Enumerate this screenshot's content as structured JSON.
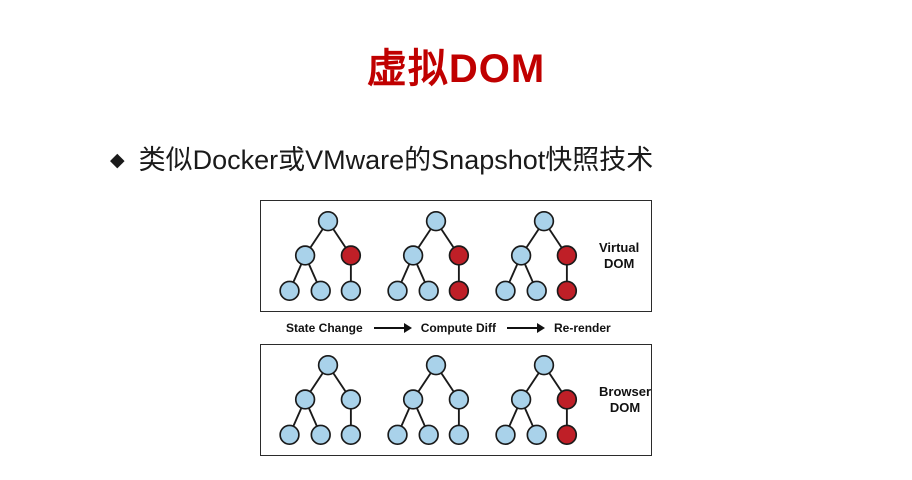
{
  "slide": {
    "title": "虚拟DOM",
    "title_color": "#c00000",
    "bullet_marker": "◆",
    "bullet_text": "类似Docker或VMware的Snapshot快照技术"
  },
  "diagram": {
    "virtual_dom_label": [
      "Virtual",
      "DOM"
    ],
    "browser_dom_label": [
      "Browser",
      "DOM"
    ],
    "steps": [
      "State Change",
      "Compute Diff",
      "Re-render"
    ],
    "colors": {
      "node_blue": "#a9d2ea",
      "node_red": "#bf1f27",
      "stroke": "#1a1a1a"
    },
    "trees": {
      "virtual": [
        {
          "nodes": [
            "blue",
            "blue",
            "red",
            "blue",
            "blue",
            "blue"
          ]
        },
        {
          "nodes": [
            "blue",
            "blue",
            "red",
            "blue",
            "blue",
            "red"
          ]
        },
        {
          "nodes": [
            "blue",
            "blue",
            "red",
            "blue",
            "blue",
            "red"
          ]
        }
      ],
      "browser": [
        {
          "nodes": [
            "blue",
            "blue",
            "blue",
            "blue",
            "blue",
            "blue"
          ]
        },
        {
          "nodes": [
            "blue",
            "blue",
            "blue",
            "blue",
            "blue",
            "blue"
          ]
        },
        {
          "nodes": [
            "blue",
            "blue",
            "red",
            "blue",
            "blue",
            "red"
          ]
        }
      ]
    }
  }
}
